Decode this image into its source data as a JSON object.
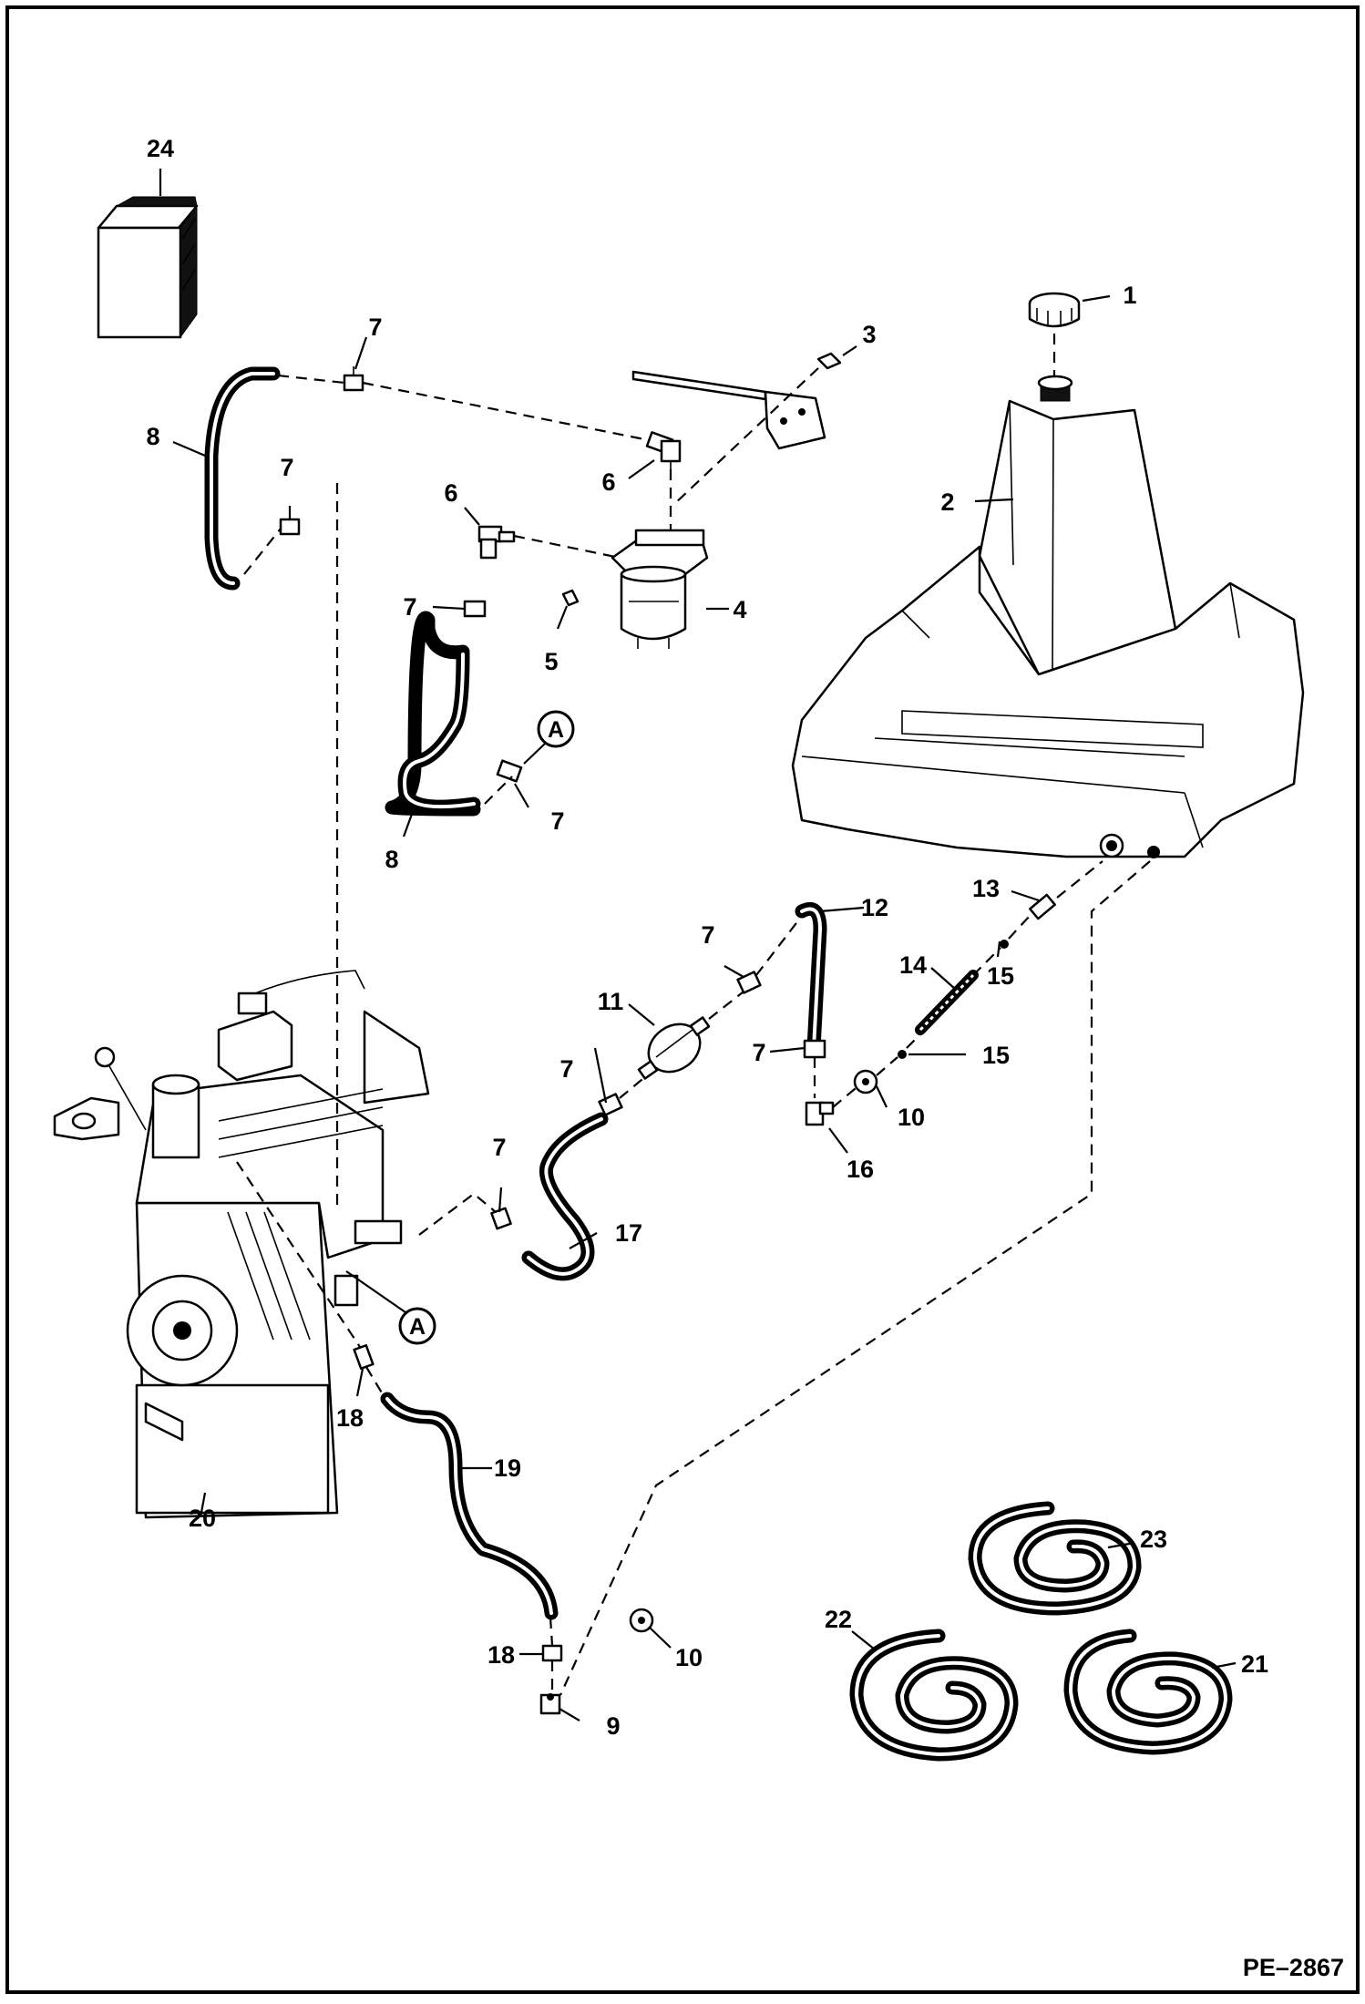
{
  "callouts": [
    {
      "n": "1"
    },
    {
      "n": "2"
    },
    {
      "n": "3"
    },
    {
      "n": "4"
    },
    {
      "n": "5"
    },
    {
      "n": "6"
    },
    {
      "n": "6"
    },
    {
      "n": "7"
    },
    {
      "n": "7"
    },
    {
      "n": "7"
    },
    {
      "n": "7"
    },
    {
      "n": "7"
    },
    {
      "n": "7"
    },
    {
      "n": "7"
    },
    {
      "n": "7"
    },
    {
      "n": "8"
    },
    {
      "n": "8"
    },
    {
      "n": "9"
    },
    {
      "n": "10"
    },
    {
      "n": "10"
    },
    {
      "n": "11"
    },
    {
      "n": "12"
    },
    {
      "n": "13"
    },
    {
      "n": "14"
    },
    {
      "n": "15"
    },
    {
      "n": "15"
    },
    {
      "n": "16"
    },
    {
      "n": "17"
    },
    {
      "n": "18"
    },
    {
      "n": "18"
    },
    {
      "n": "19"
    },
    {
      "n": "20"
    },
    {
      "n": "21"
    },
    {
      "n": "22"
    },
    {
      "n": "23"
    },
    {
      "n": "24"
    }
  ],
  "reference_markers": [
    {
      "label": "A"
    },
    {
      "label": "A"
    }
  ],
  "drawing_number": "PE–2867"
}
